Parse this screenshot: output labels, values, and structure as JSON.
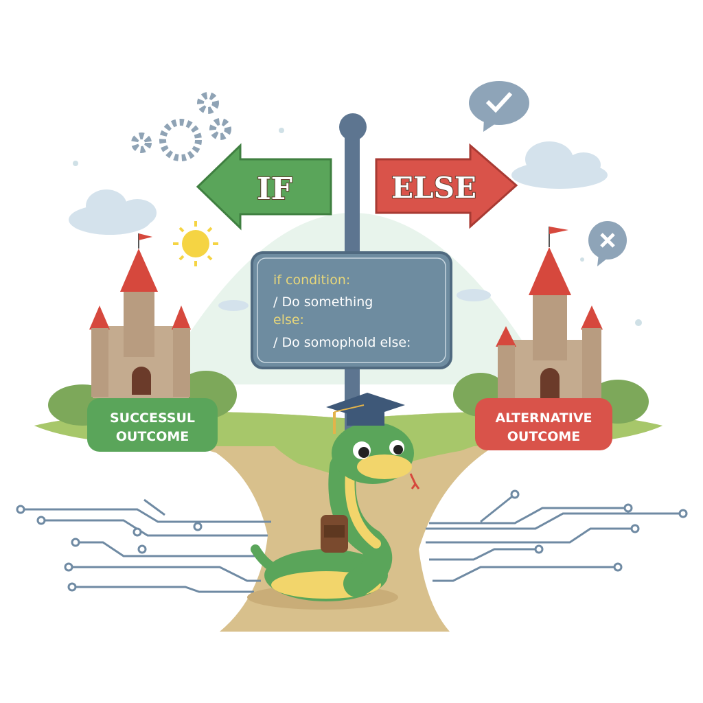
{
  "signs": {
    "left_label": "IF",
    "right_label": "ELSE"
  },
  "code_board": {
    "line1": "if condition:",
    "line2": "/ Do something",
    "line3": "else:",
    "line4": "/ Do somophold else:"
  },
  "outcomes": {
    "left_line1": "SUCCESSUL",
    "left_line2": "OUTCOME",
    "right_line1": "ALTERNATIVE",
    "right_line2": "OUTCOME"
  },
  "colors": {
    "if_green": "#5aa55a",
    "else_red": "#d9534a",
    "board": "#6e8ca0",
    "code_keyword": "#e8d77a"
  },
  "icons": [
    "gear-icon",
    "checkmark-bubble-icon",
    "x-bubble-icon",
    "sun-icon",
    "cloud-icon",
    "castle-icon",
    "snake-mascot",
    "graduation-cap-icon",
    "backpack-icon",
    "circuit-lines"
  ]
}
